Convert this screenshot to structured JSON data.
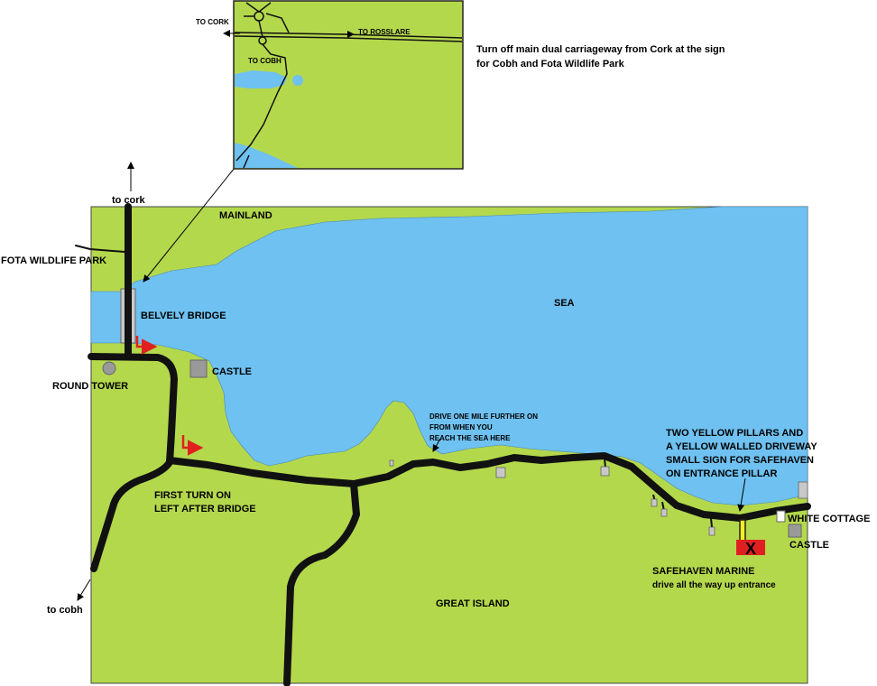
{
  "colors": {
    "land": "#b4d84c",
    "sea": "#6ec1f0",
    "road": "#111111",
    "arrow_red": "#e02020",
    "marina_red": "#e02020",
    "pillar_yellow": "#f4ee1a",
    "building_grey": "#9a9a9a"
  },
  "inset": {
    "to_cork": "TO CORK",
    "to_rosslare": "TO ROSSLARE",
    "to_cobh": "TO COBH",
    "note_line1": "Turn off main dual carriageway from Cork at the sign",
    "note_line2": "for Cobh and Fota Wildlife Park"
  },
  "labels": {
    "to_cork": "to cork",
    "mainland": "MAINLAND",
    "fota": "FOTA WILDLIFE PARK",
    "sea": "SEA",
    "belvely_bridge": "BELVELY BRIDGE",
    "castle_west": "CASTLE",
    "round_tower": "ROUND TOWER",
    "first_turn_1": "FIRST TURN ON",
    "first_turn_2": "LEFT AFTER BRIDGE",
    "drive_1": "DRIVE ONE MILE FURTHER ON",
    "drive_2": "FROM WHEN YOU",
    "drive_3": "REACH THE SEA HERE",
    "pillars_1": "TWO YELLOW PILLARS AND",
    "pillars_2": "A YELLOW WALLED DRIVEWAY",
    "pillars_3": "SMALL SIGN FOR SAFEHAVEN",
    "pillars_4": "ON ENTRANCE PILLAR",
    "white_cottage": "WHITE COTTAGE",
    "castle_east": "CASTLE",
    "safehaven_1": "SAFEHAVEN MARINE",
    "safehaven_2": "drive all the way up entrance",
    "great_island": "GREAT ISLAND",
    "to_cobh": "to cobh",
    "marker_x": "X"
  }
}
